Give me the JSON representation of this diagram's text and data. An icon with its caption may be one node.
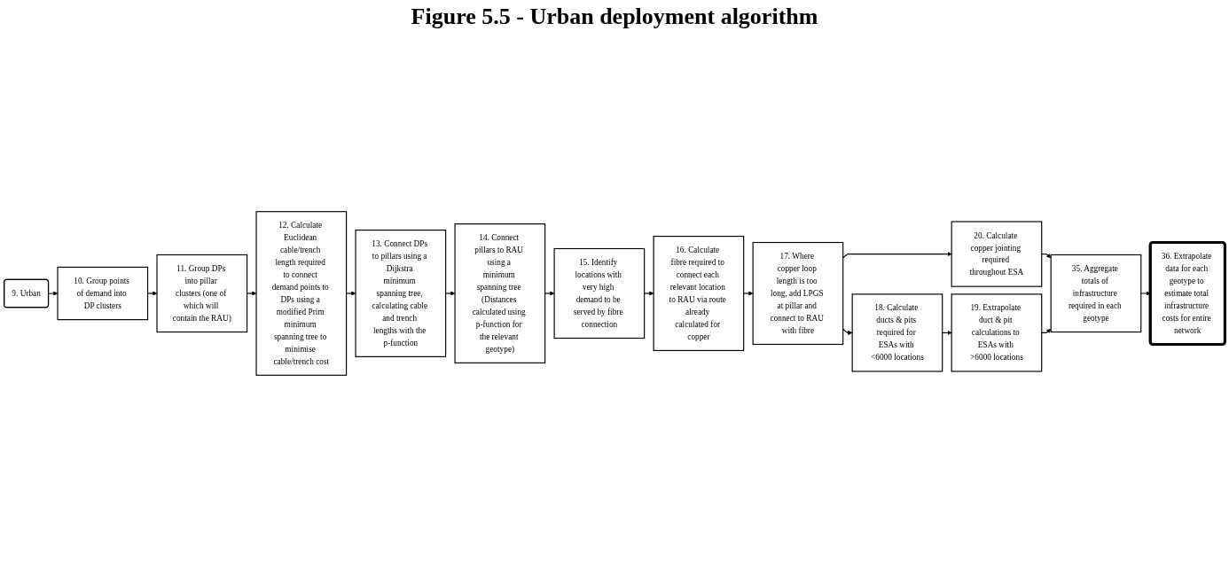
{
  "diagram": {
    "title": "Figure 5.5 - Urban deployment algorithm",
    "nodes": [
      {
        "text": [
          "9. Urban"
        ]
      },
      {
        "text": [
          "10. Group points of demand into DP clusters"
        ]
      },
      {
        "text": [
          "11. Group DPs into pillar clusters (one of which will contain the RAU)"
        ]
      },
      {
        "text": [
          "12. Calculate Euclidean cable/trench length required to connect demand points to DPs using a modified Prim minimum spanning tree to minimise cable/trench cost"
        ]
      },
      {
        "text": [
          "13. Connect DPs to pillars using a Dijkstra minimum spanning tree, calculating cable and trench lengths with the p-function"
        ]
      },
      {
        "text": [
          "14. Connect pillars to RAU using a minimum spanning tree (Distances calculated using p-function for the relevant geotype)"
        ]
      },
      {
        "text": [
          "15. Identify locations with very high demand to be served by fibre connection"
        ]
      },
      {
        "text": [
          "16. Calculate fibre required to connect each relevant location to RAU via route already calculated for copper"
        ]
      },
      {
        "text": [
          "17. Where copper loop length is too long, add LPGS at pillar and connect to RAU with fibre"
        ]
      },
      {
        "text": [
          "18. Calculate ducts & pits required for ESAs with <6000 locations"
        ]
      },
      {
        "text": [
          "19. Extrapolate duct & pit calculations to ESAs with >6000 locations"
        ]
      },
      {
        "text": [
          "20. Calculate copper jointing required throughout ESA"
        ]
      },
      {
        "text": [
          "35. Aggregate totals of infrastructure required in each geotype"
        ]
      },
      {
        "text": [
          "36. Extrapolate data for each geotype to estimate total infrastructure costs for entire network"
        ]
      }
    ],
    "edges": [
      {
        "from": 0,
        "to": 1,
        "arrow": "to"
      },
      {
        "from": 1,
        "to": 2,
        "arrow": "to"
      },
      {
        "from": 2,
        "to": 3,
        "arrow": "to"
      },
      {
        "from": 3,
        "to": 4,
        "arrow": "to"
      },
      {
        "from": 4,
        "to": 5,
        "arrow": "to"
      },
      {
        "from": 5,
        "to": 6,
        "arrow": "to"
      },
      {
        "from": 6,
        "to": 7,
        "arrow": "to"
      },
      {
        "from": 7,
        "to": 8,
        "arrow": "to"
      },
      {
        "from": 8,
        "to": 9,
        "arrow": "to"
      },
      {
        "from": 9,
        "to": 10,
        "arrow": "to"
      },
      {
        "from": 8,
        "to": 11,
        "arrow": "to"
      },
      {
        "from": 11,
        "to": 12,
        "arrow": "to"
      },
      {
        "from": 10,
        "to": 12,
        "arrow": "to"
      },
      {
        "from": 12,
        "to": 13,
        "arrow": "to"
      }
    ]
  }
}
